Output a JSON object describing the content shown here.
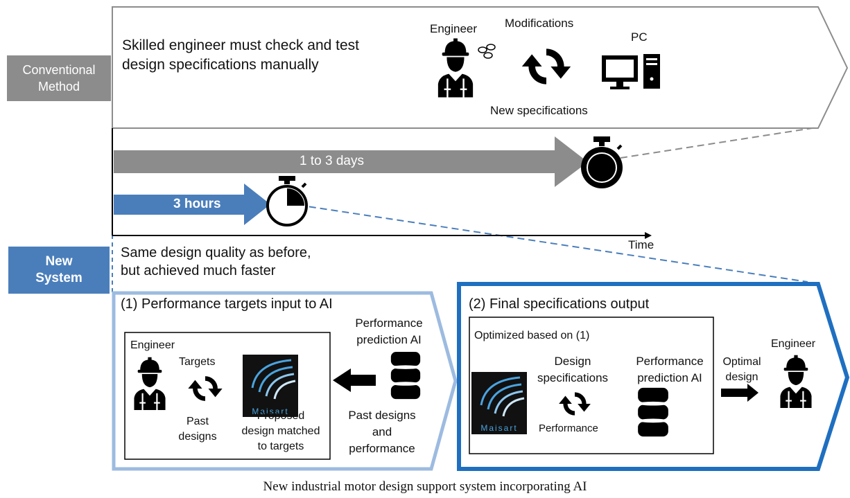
{
  "conventional": {
    "label_line1": "Conventional",
    "label_line2": "Method",
    "description_line1": "Skilled engineer must check and test",
    "description_line2": "design specifications manually",
    "engineer_label": "Engineer",
    "modifications_label": "Modifications",
    "pc_label": "PC",
    "new_specs_label": "New specifications"
  },
  "timeline": {
    "conventional_duration": "1 to 3 days",
    "new_duration": "3 hours",
    "axis_label": "Time"
  },
  "new_system": {
    "label_line1": "New",
    "label_line2": "System",
    "note_line1": "Same design quality as before,",
    "note_line2": "but achieved much faster",
    "step1": {
      "title": "(1) Performance targets input to AI",
      "engineer_label": "Engineer",
      "targets_label": "Targets",
      "past_designs_line1": "Past",
      "past_designs_line2": "designs",
      "proposed_line1": "Proposed",
      "proposed_line2": "design matched",
      "proposed_line3": "to targets",
      "ai_line1": "Performance",
      "ai_line2": "prediction AI",
      "data_line1": "Past designs",
      "data_line2": "and",
      "data_line3": "performance",
      "logo_text": "Maisart"
    },
    "step2": {
      "title": "(2) Final specifications output",
      "optimized_label": "Optimized based on (1)",
      "design_specs_line1": "Design",
      "design_specs_line2": "specifications",
      "performance_label": "Performance",
      "ai_line1": "Performance",
      "ai_line2": "prediction AI",
      "optimal_line1": "Optimal",
      "optimal_line2": "design",
      "engineer_label": "Engineer",
      "logo_text": "Maisart"
    }
  },
  "caption": "New industrial motor design support system incorporating AI",
  "colors": {
    "gray_arrow": "#8c8c8c",
    "blue_arrow": "#4a7ebb",
    "light_blue_frame": "#9dbbe0",
    "dark_blue_frame": "#1f6fc0",
    "label_gray": "#8c8c8c"
  }
}
